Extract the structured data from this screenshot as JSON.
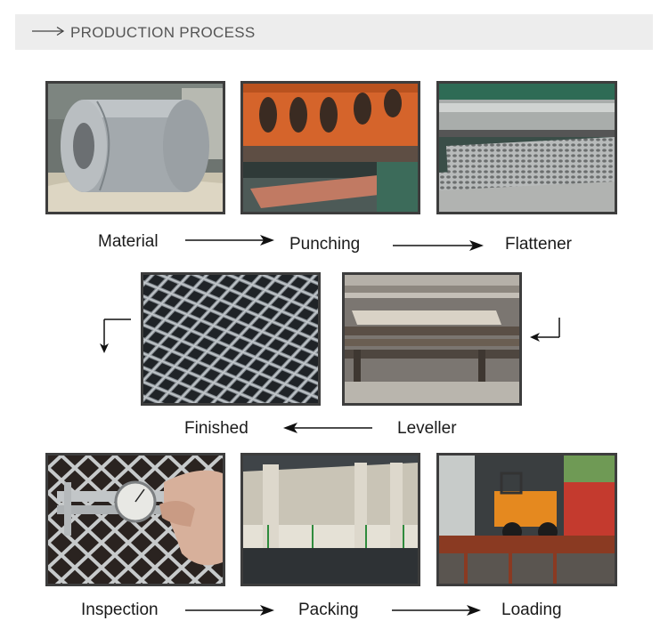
{
  "header": {
    "title": "PRODUCTION PROCESS",
    "icon": "long-right-arrow-icon"
  },
  "steps": {
    "material": "Material",
    "punching": "Punching",
    "flattener": "Flattener",
    "finished": "Finished",
    "leveller": "Leveller",
    "inspection": "Inspection",
    "packing": "Packing",
    "loading": "Loading"
  },
  "colors": {
    "header_bg": "#ededed",
    "photo_border": "#3d3d3d",
    "machine_orange": "#d5642b",
    "forklift_orange": "#e5891f",
    "steel_grey": "#9fa3a6"
  }
}
